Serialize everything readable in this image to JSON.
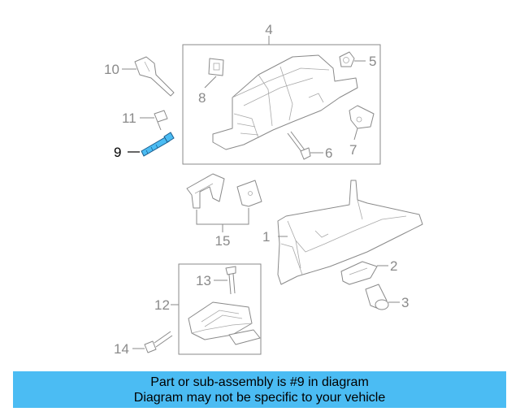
{
  "callouts": {
    "c1": "1",
    "c2": "2",
    "c3": "3",
    "c4": "4",
    "c5": "5",
    "c6": "6",
    "c7": "7",
    "c8": "8",
    "c9": "9",
    "c10": "10",
    "c11": "11",
    "c12": "12",
    "c13": "13",
    "c14": "14",
    "c15": "15"
  },
  "highlight": {
    "part": "9",
    "color": "#4bbcf3"
  },
  "banner": {
    "color": "#4bbcf3",
    "line1": "Part or sub-assembly is #9 in diagram",
    "line2": "Diagram may not be specific to your vehicle"
  }
}
